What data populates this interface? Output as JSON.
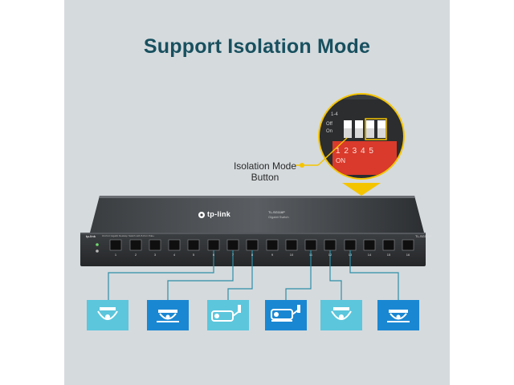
{
  "headline": "Support Isolation Mode",
  "callout": {
    "line1": "Isolation Mode",
    "line2": "Button"
  },
  "switch": {
    "brand": "tp-link",
    "model": "TL-SG116P",
    "model_sub": "Gigabit Switch",
    "front_model": "TL-SG116P",
    "front_desc": "16-Port Gigabit Desktop Switch with 8-Port PoE+"
  },
  "dip_switch": {
    "off_label": "Off",
    "on_label": "On",
    "range_label": "1-4",
    "digits": "1 2 3 4 5",
    "on_text": "ON"
  },
  "ports": [
    "1",
    "2",
    "3",
    "4",
    "5",
    "6",
    "7",
    "8",
    "9",
    "10",
    "11",
    "12",
    "13",
    "14",
    "15",
    "16"
  ],
  "devices": [
    {
      "icon": "dome-camera-icon",
      "tile_color": "#5cc6dc"
    },
    {
      "icon": "dome-camera-icon",
      "tile_color": "#1a87d2"
    },
    {
      "icon": "bullet-camera-icon",
      "tile_color": "#5cc6dc"
    },
    {
      "icon": "bullet-camera-icon",
      "tile_color": "#1a87d2"
    },
    {
      "icon": "dome-camera-icon",
      "tile_color": "#5cc6dc"
    },
    {
      "icon": "dome-camera-icon",
      "tile_color": "#1a87d2"
    }
  ],
  "colors": {
    "headline": "#18505f",
    "cable": "#2d8fa8",
    "callout": "#f5c400",
    "dip_red": "#d93a2b"
  }
}
